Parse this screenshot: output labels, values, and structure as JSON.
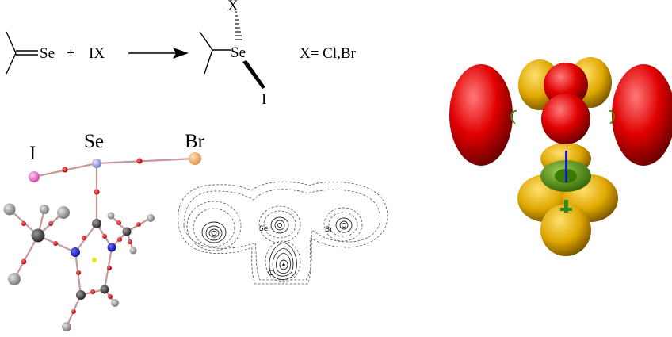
{
  "reaction": {
    "reactant_atom": "Se",
    "plus": "+",
    "reagent": "IX",
    "product_center": "Se",
    "product_top": "X",
    "product_bottom": "I",
    "condition": "X= Cl,Br"
  },
  "ball_stick": {
    "label_left": "I",
    "label_center": "Se",
    "label_right": "Br"
  },
  "contour": {
    "labels": [
      "Se",
      "Br",
      "C"
    ]
  },
  "colors": {
    "iodine": "#e060c8",
    "selenium": "#9aa0dc",
    "bromine": "#f0a860",
    "carbon": "#3a3a3a",
    "nitrogen": "#1a1ad0",
    "oxygen": "#d01010",
    "hydrogen": "#9a9a9a",
    "lobe_red": "#e00000",
    "lobe_yellow": "#e8b000",
    "lobe_green": "#4a8a10"
  }
}
